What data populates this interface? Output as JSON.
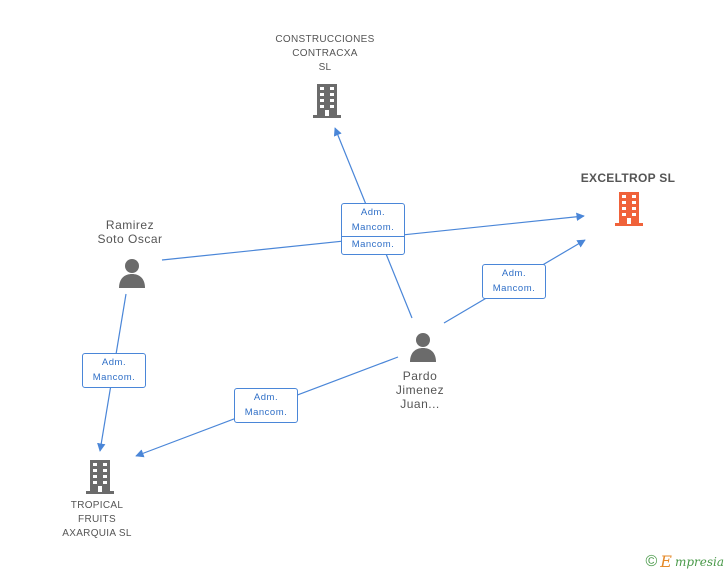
{
  "nodes": {
    "construcciones": {
      "label_lines": [
        "CONSTRUCCIONES",
        "CONTRACXA",
        "SL"
      ]
    },
    "exceltrop": {
      "label": "EXCELTROP SL"
    },
    "ramirez": {
      "label_lines": [
        "Ramirez",
        "Soto Oscar"
      ]
    },
    "pardo": {
      "label_lines": [
        "Pardo",
        "Jimenez",
        "Juan..."
      ]
    },
    "tropical": {
      "label_lines": [
        "TROPICAL",
        "FRUITS",
        "AXARQUIA SL"
      ]
    }
  },
  "edges": {
    "center_box": {
      "lines": [
        "Adm.",
        "Mancom.",
        "Mancom."
      ]
    },
    "pardo_exceltrop": {
      "lines": [
        "Adm.",
        "Mancom."
      ]
    },
    "ramirez_tropical": {
      "lines": [
        "Adm.",
        "Mancom."
      ]
    },
    "pardo_tropical": {
      "lines": [
        "Adm.",
        "Mancom."
      ]
    }
  },
  "colors": {
    "edge": "#4a86d8",
    "company_icon": "#6b6b6b",
    "highlight_icon": "#f0623a",
    "person_icon": "#6b6b6b"
  },
  "brand": {
    "copyright": "©",
    "initial": "E",
    "rest": "mpresia"
  }
}
